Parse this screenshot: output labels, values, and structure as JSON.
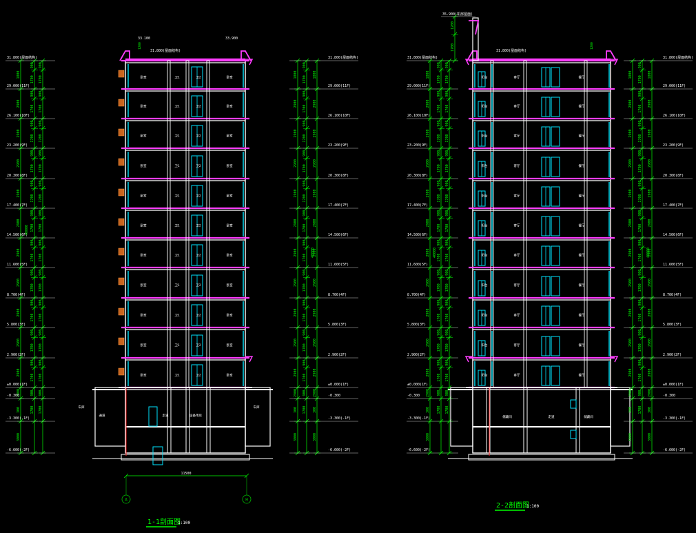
{
  "colors": {
    "background": "#000000",
    "wall": "#ffffff",
    "slab": "#ff3dff",
    "window": "#00e5ff",
    "dimension": "#00ff00",
    "column": "#c8641e",
    "grid_axis": "#00c000",
    "red_line": "#ff2020",
    "text": "#ffffff",
    "title": "#00ff00"
  },
  "levels": [
    {
      "label": "31.800(屋面结构)"
    },
    {
      "label": "29.000(11F)"
    },
    {
      "label": "26.100(10F)"
    },
    {
      "label": "23.200(9F)"
    },
    {
      "label": "20.300(8F)"
    },
    {
      "label": "17.400(7F)"
    },
    {
      "label": "14.500(6F)"
    },
    {
      "label": "11.600(5F)"
    },
    {
      "label": "8.700(4F)"
    },
    {
      "label": "5.800(3F)"
    },
    {
      "label": "2.900(2F)"
    },
    {
      "label": "±0.000(1F)"
    },
    {
      "label": "-0.300"
    },
    {
      "label": "-3.300(-1F)"
    },
    {
      "label": "-6.600(-2F)"
    }
  ],
  "dims_outer": [
    "1800",
    "2900",
    "2900",
    "2900",
    "2900",
    "2900",
    "2900",
    "2900",
    "2900",
    "2900",
    "2900",
    "2900",
    "300",
    "3000",
    "3300"
  ],
  "dims_inner": [
    "900",
    "1700",
    "900",
    "1700",
    "900",
    "1700",
    "900",
    "1700",
    "900",
    "1700",
    "900",
    "1700",
    "900",
    "1700",
    "900",
    "1700",
    "900",
    "1700",
    "900",
    "1700",
    "900",
    "1700",
    "900",
    "1700"
  ],
  "total_height": "40000",
  "section1": {
    "roof_label": "31.800(屋面结构)",
    "parapet_left": "33.100",
    "parapet_right": "33.900",
    "side_dim": "1200",
    "room_labels": [
      "卧室",
      "卫1",
      "卫2",
      "卧室"
    ],
    "basement_labels": [
      "车库",
      "通道",
      "走道",
      "设备用房",
      "车库"
    ],
    "width_dim": "11500",
    "axis_left": "A",
    "axis_right": "H",
    "title": "1-1剖面图",
    "scale": "1:100"
  },
  "section2": {
    "roof_label": "31.800(屋面结构)",
    "top_label": "35.900(机房屋面)",
    "side_dim": "1200",
    "room_labels": [
      "阳台",
      "客厅",
      "餐厅"
    ],
    "basement_labels": [
      "储藏间",
      "走道",
      "储藏间"
    ],
    "title": "2-2剖面图",
    "scale": "1:100"
  }
}
